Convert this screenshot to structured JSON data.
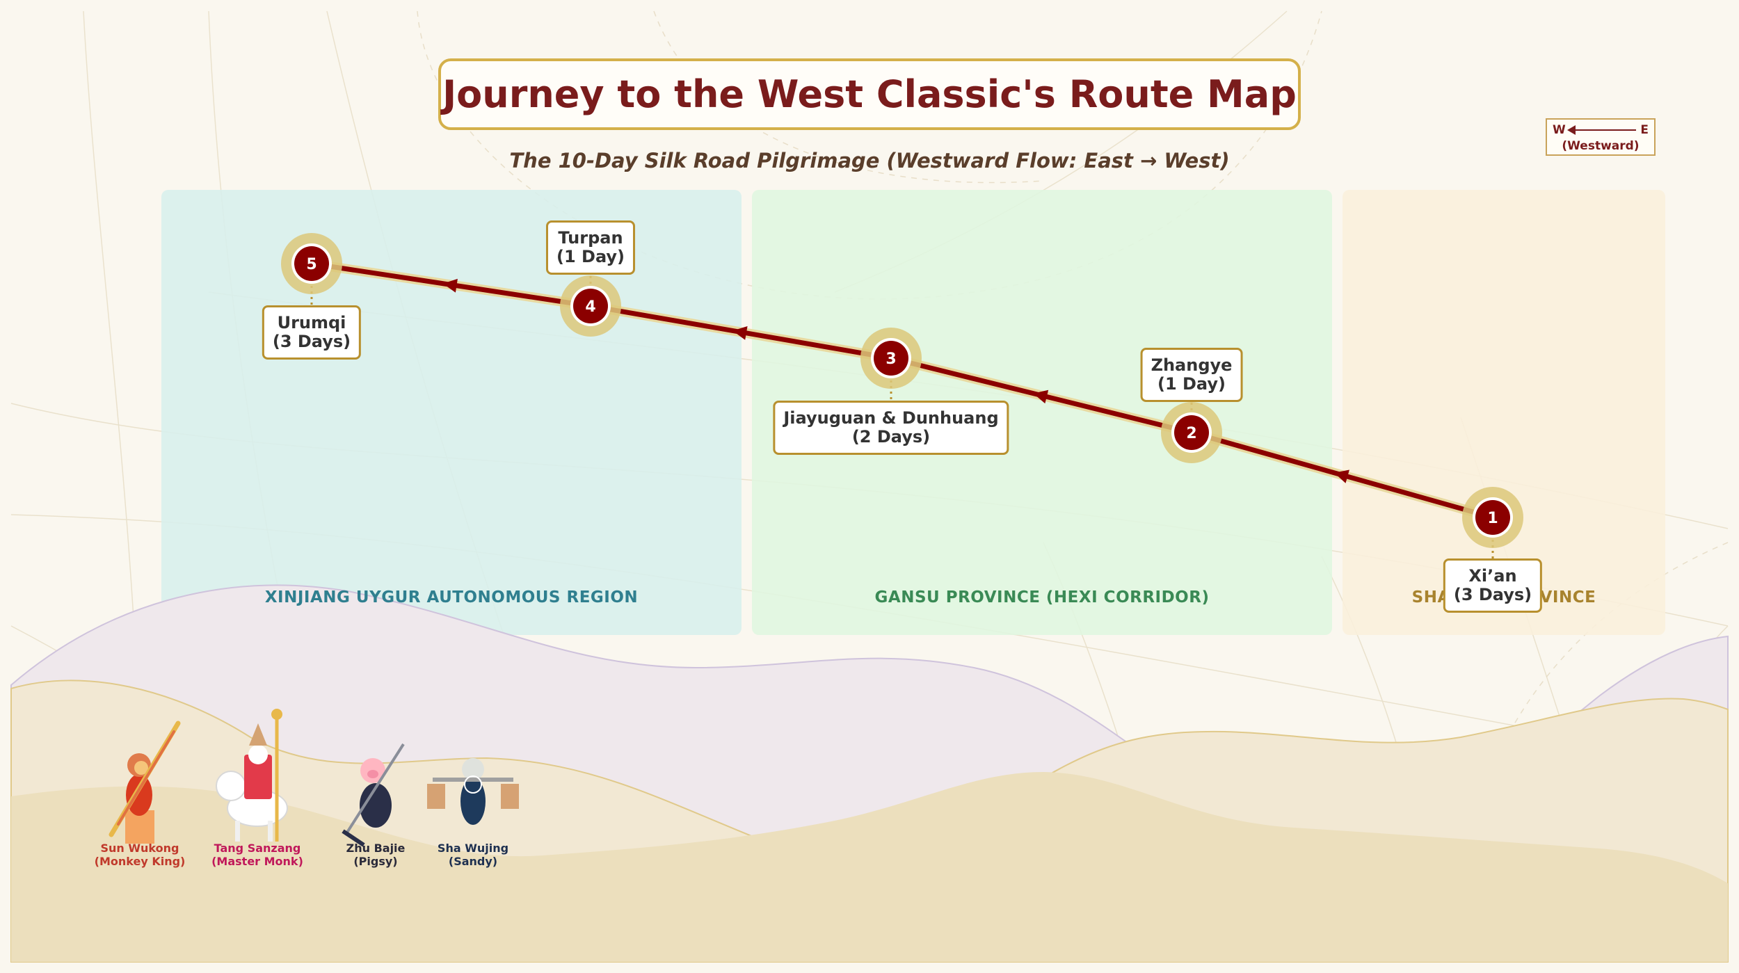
{
  "header": {
    "title": "Journey to the West Classic's Route Map",
    "subtitle": "The 10-Day Silk Road Pilgrimage (Westward Flow: East → West)"
  },
  "compass": {
    "west": "W",
    "east": "E",
    "note": "(Westward)"
  },
  "colors": {
    "route": "#8b0000",
    "node_fill": "#8b0000",
    "node_halo": "#dcc87a",
    "label_border": "#b8902e",
    "title_color": "#7a1c1c"
  },
  "regions": [
    {
      "name": "XINJIANG UYGUR AUTONOMOUS REGION",
      "color": "#2f7f8f",
      "fill": "#d8f0ec"
    },
    {
      "name": "GANSU PROVINCE (HEXI CORRIDOR)",
      "color": "#3a8a55",
      "fill": "#e0f6e0"
    },
    {
      "name": "SHAANXI PROVINCE",
      "color": "#a8832e",
      "fill": "#faefdc"
    }
  ],
  "stops": [
    {
      "order": "1",
      "city": "Xi’an",
      "duration": "(3 Days)"
    },
    {
      "order": "2",
      "city": "Zhangye",
      "duration": "(1 Day)"
    },
    {
      "order": "3",
      "city": "Jiayuguan & Dunhuang",
      "duration": "(2 Days)"
    },
    {
      "order": "4",
      "city": "Turpan",
      "duration": "(1 Day)"
    },
    {
      "order": "5",
      "city": "Urumqi",
      "duration": "(3 Days)"
    }
  ],
  "characters": [
    {
      "name": "Sun Wukong",
      "alias": "(Monkey King)",
      "color": "#c0392b"
    },
    {
      "name": "Tang Sanzang",
      "alias": "(Master Monk)",
      "color": "#c0185a"
    },
    {
      "name": "Zhu Bajie",
      "alias": "(Pigsy)",
      "color": "#2a2a3a"
    },
    {
      "name": "Sha Wujing",
      "alias": "(Sandy)",
      "color": "#1e3050"
    }
  ]
}
